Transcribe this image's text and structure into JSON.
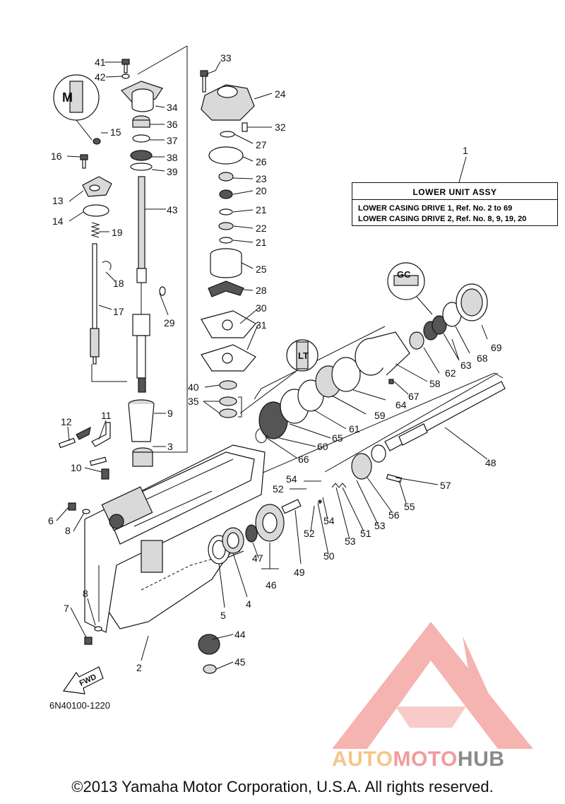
{
  "legend": {
    "title": "LOWER UNIT ASSY",
    "line_1": "LOWER CASING DRIVE 1, Ref. No. 2 to 69",
    "line_2": "LOWER CASING DRIVE 2, Ref. No. 8, 9, 19, 20"
  },
  "drawing_code": "6N40100-1220",
  "fwd_label": "FWD",
  "copyright": "©2013 Yamaha Motor Corporation, U.S.A. All rights reserved.",
  "watermark": {
    "part_1": "AUTO",
    "part_2": "MOTO",
    "part_3": "HUB"
  },
  "colors": {
    "line": "#111111",
    "watermark_logo": "#f4a7a3",
    "watermark_auto": "#f6c58a",
    "watermark_moto": "#f29b9b",
    "watermark_hub": "#8a8a8a"
  },
  "callouts": [
    {
      "id": "c1",
      "text": "1"
    },
    {
      "id": "c2",
      "text": "2"
    },
    {
      "id": "c3",
      "text": "3"
    },
    {
      "id": "c4",
      "text": "4"
    },
    {
      "id": "c5",
      "text": "5"
    },
    {
      "id": "c6",
      "text": "6"
    },
    {
      "id": "c7",
      "text": "7"
    },
    {
      "id": "c8a",
      "text": "8"
    },
    {
      "id": "c8b",
      "text": "8"
    },
    {
      "id": "c9",
      "text": "9"
    },
    {
      "id": "c10",
      "text": "10"
    },
    {
      "id": "c11",
      "text": "11"
    },
    {
      "id": "c12",
      "text": "12"
    },
    {
      "id": "c13",
      "text": "13"
    },
    {
      "id": "c14",
      "text": "14"
    },
    {
      "id": "c15",
      "text": "15"
    },
    {
      "id": "c16",
      "text": "16"
    },
    {
      "id": "c17",
      "text": "17"
    },
    {
      "id": "c18",
      "text": "18"
    },
    {
      "id": "c19",
      "text": "19"
    },
    {
      "id": "c20",
      "text": "20"
    },
    {
      "id": "c21a",
      "text": "21"
    },
    {
      "id": "c21b",
      "text": "21"
    },
    {
      "id": "c22",
      "text": "22"
    },
    {
      "id": "c23",
      "text": "23"
    },
    {
      "id": "c24",
      "text": "24"
    },
    {
      "id": "c25",
      "text": "25"
    },
    {
      "id": "c26",
      "text": "26"
    },
    {
      "id": "c27",
      "text": "27"
    },
    {
      "id": "c28",
      "text": "28"
    },
    {
      "id": "c29",
      "text": "29"
    },
    {
      "id": "c30",
      "text": "30"
    },
    {
      "id": "c31",
      "text": "31"
    },
    {
      "id": "c32",
      "text": "32"
    },
    {
      "id": "c33",
      "text": "33"
    },
    {
      "id": "c34",
      "text": "34"
    },
    {
      "id": "c35",
      "text": "35"
    },
    {
      "id": "c36",
      "text": "36"
    },
    {
      "id": "c37",
      "text": "37"
    },
    {
      "id": "c38",
      "text": "38"
    },
    {
      "id": "c39",
      "text": "39"
    },
    {
      "id": "c40",
      "text": "40"
    },
    {
      "id": "c41",
      "text": "41"
    },
    {
      "id": "c42",
      "text": "42"
    },
    {
      "id": "c43",
      "text": "43"
    },
    {
      "id": "c44",
      "text": "44"
    },
    {
      "id": "c45",
      "text": "45"
    },
    {
      "id": "c46",
      "text": "46"
    },
    {
      "id": "c47",
      "text": "47"
    },
    {
      "id": "c48",
      "text": "48"
    },
    {
      "id": "c49",
      "text": "49"
    },
    {
      "id": "c50",
      "text": "50"
    },
    {
      "id": "c51",
      "text": "51"
    },
    {
      "id": "c52a",
      "text": "52"
    },
    {
      "id": "c52b",
      "text": "52"
    },
    {
      "id": "c53a",
      "text": "53"
    },
    {
      "id": "c53b",
      "text": "53"
    },
    {
      "id": "c54a",
      "text": "54"
    },
    {
      "id": "c54b",
      "text": "54"
    },
    {
      "id": "c55",
      "text": "55"
    },
    {
      "id": "c56",
      "text": "56"
    },
    {
      "id": "c57",
      "text": "57"
    },
    {
      "id": "c58",
      "text": "58"
    },
    {
      "id": "c59",
      "text": "59"
    },
    {
      "id": "c60",
      "text": "60"
    },
    {
      "id": "c61",
      "text": "61"
    },
    {
      "id": "c62",
      "text": "62"
    },
    {
      "id": "c63",
      "text": "63"
    },
    {
      "id": "c64",
      "text": "64"
    },
    {
      "id": "c65",
      "text": "65"
    },
    {
      "id": "c66",
      "text": "66"
    },
    {
      "id": "c67",
      "text": "67"
    },
    {
      "id": "c68",
      "text": "68"
    },
    {
      "id": "c69",
      "text": "69"
    }
  ]
}
